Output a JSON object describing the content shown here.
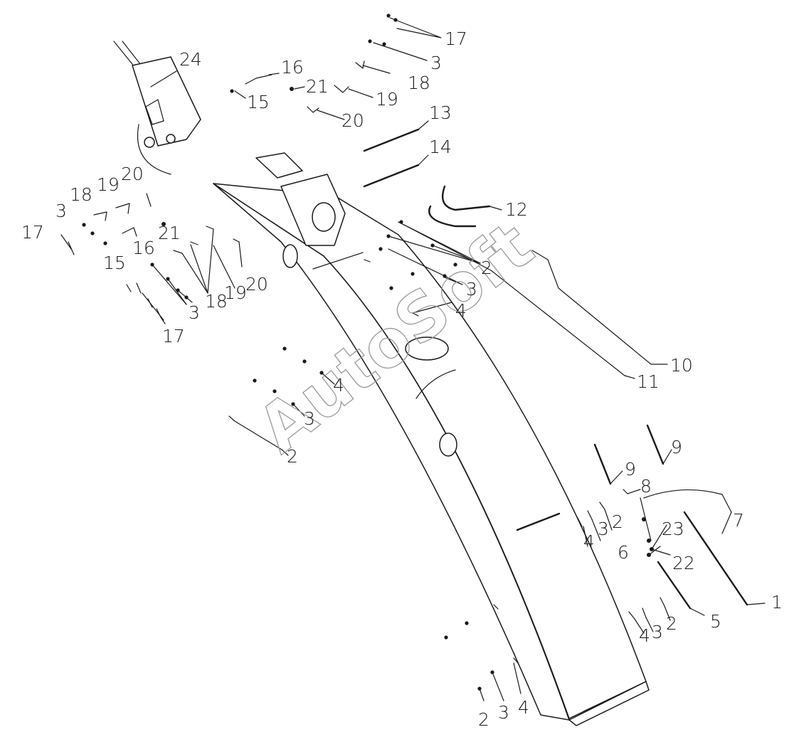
{
  "watermark": "AutoSoft",
  "callouts": [
    {
      "id": "c24",
      "text": "24"
    },
    {
      "id": "c16a",
      "text": "16"
    },
    {
      "id": "c15a",
      "text": "15"
    },
    {
      "id": "c21a",
      "text": "21"
    },
    {
      "id": "c20a",
      "text": "20"
    },
    {
      "id": "c19a",
      "text": "19"
    },
    {
      "id": "c18a",
      "text": "18"
    },
    {
      "id": "c3a",
      "text": "3"
    },
    {
      "id": "c17a",
      "text": "17"
    },
    {
      "id": "c13",
      "text": "13"
    },
    {
      "id": "c14",
      "text": "14"
    },
    {
      "id": "c12",
      "text": "12"
    },
    {
      "id": "c20b",
      "text": "20"
    },
    {
      "id": "c19b",
      "text": "19"
    },
    {
      "id": "c18b",
      "text": "18"
    },
    {
      "id": "c3b",
      "text": "3"
    },
    {
      "id": "c17b",
      "text": "17"
    },
    {
      "id": "c21b",
      "text": "21"
    },
    {
      "id": "c15b",
      "text": "15"
    },
    {
      "id": "c16b",
      "text": "16"
    },
    {
      "id": "c20c",
      "text": "20"
    },
    {
      "id": "c19c",
      "text": "19"
    },
    {
      "id": "c18c",
      "text": "18"
    },
    {
      "id": "c3c",
      "text": "3"
    },
    {
      "id": "c17c",
      "text": "17"
    },
    {
      "id": "c2a",
      "text": "2"
    },
    {
      "id": "c3d",
      "text": "3"
    },
    {
      "id": "c4a",
      "text": "4"
    },
    {
      "id": "c4b",
      "text": "4"
    },
    {
      "id": "c3e",
      "text": "3"
    },
    {
      "id": "c2b",
      "text": "2"
    },
    {
      "id": "c10",
      "text": "10"
    },
    {
      "id": "c11",
      "text": "11"
    },
    {
      "id": "c9a",
      "text": "9"
    },
    {
      "id": "c9b",
      "text": "9"
    },
    {
      "id": "c8",
      "text": "8"
    },
    {
      "id": "c7",
      "text": "7"
    },
    {
      "id": "c4c",
      "text": "4"
    },
    {
      "id": "c3f",
      "text": "3"
    },
    {
      "id": "c2c",
      "text": "2"
    },
    {
      "id": "c23",
      "text": "23"
    },
    {
      "id": "c6",
      "text": "6"
    },
    {
      "id": "c22",
      "text": "22"
    },
    {
      "id": "c1",
      "text": "1"
    },
    {
      "id": "c5",
      "text": "5"
    },
    {
      "id": "c4d",
      "text": "4"
    },
    {
      "id": "c3g",
      "text": "3"
    },
    {
      "id": "c2d",
      "text": "2"
    },
    {
      "id": "c2e",
      "text": "2"
    },
    {
      "id": "c3h",
      "text": "3"
    },
    {
      "id": "c4e",
      "text": "4"
    }
  ]
}
